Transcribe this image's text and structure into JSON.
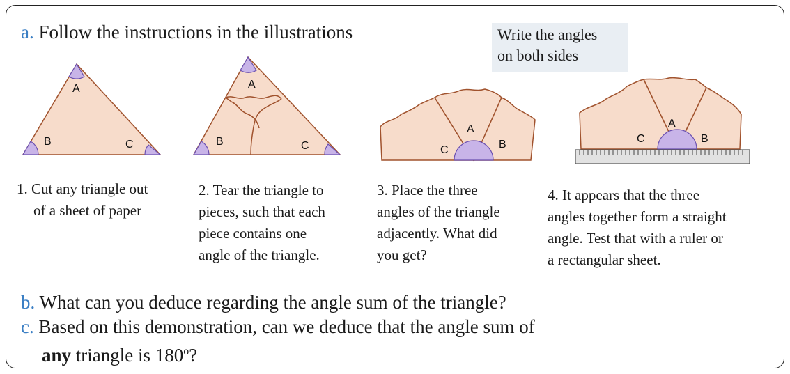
{
  "part_a": {
    "letter": "a.",
    "text": "Follow the instructions in the illustrations"
  },
  "note": {
    "line1": "Write the angles",
    "line2": "on both sides"
  },
  "labels": {
    "a": "A",
    "b": "B",
    "c": "C"
  },
  "steps": [
    {
      "lines": [
        "1. Cut any triangle out",
        "of a sheet of paper"
      ]
    },
    {
      "lines": [
        "2. Tear the triangle to",
        "pieces, such that each",
        "piece contains one",
        "angle of the triangle."
      ]
    },
    {
      "lines": [
        "3. Place the three",
        "angles of the triangle",
        "adjacently. What did",
        "you get?"
      ]
    },
    {
      "lines": [
        "4. It appears that the three",
        "angles together form a straight",
        "angle. Test that with a ruler or",
        "a rectangular sheet."
      ]
    }
  ],
  "part_b": {
    "letter": "b.",
    "text": "What can you deduce regarding the angle sum of the triangle?"
  },
  "part_c": {
    "letter": "c.",
    "line1": "Based on this demonstration, can we deduce that the angle sum of",
    "bold_word": "any",
    "line2_rest": "triangle is 180",
    "degree": "o",
    "end": "?"
  },
  "colors": {
    "paper": "#f7dccb",
    "edge": "#a0522d",
    "angle_fill": "#c8b4e8",
    "angle_stroke": "#6a4fb0",
    "letter_blue": "#3b7fc4"
  }
}
